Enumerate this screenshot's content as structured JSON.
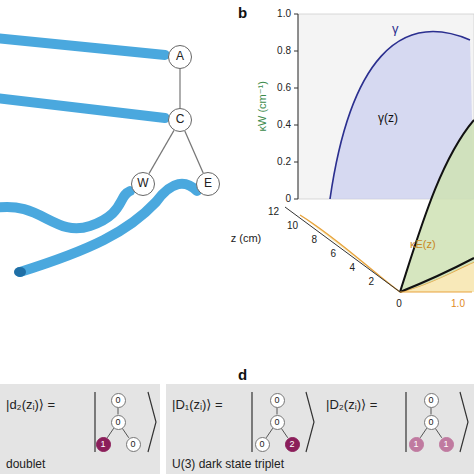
{
  "diagram": {
    "nodes": [
      {
        "text": [
          "A"
        ]
      },
      {
        "text": [
          "C"
        ]
      },
      {
        "text": [
          "W"
        ]
      },
      {
        "text": [
          "E"
        ]
      },
      {
        "text": [
          "|d₂(zᵢ)⟩ =",
          "doublet"
        ]
      },
      {
        "text": [
          "0"
        ],
        "in": 4
      },
      {
        "text": [
          "0"
        ],
        "in": 4
      },
      {
        "text": [
          "1"
        ],
        "in": 4
      },
      {
        "text": [
          "0"
        ],
        "in": 4
      },
      {
        "text": [
          "|D₁(zᵢ)⟩ =",
          "|D₂(zᵢ)⟩ =",
          "U(3) dark state triplet"
        ]
      },
      {
        "text": [
          "0"
        ],
        "in": 9
      },
      {
        "text": [
          "0"
        ],
        "in": 9
      },
      {
        "text": [
          "0"
        ],
        "in": 9
      },
      {
        "text": [
          "2"
        ],
        "in": 9
      },
      {
        "text": [
          "0"
        ],
        "in": 9
      },
      {
        "text": [
          "0"
        ],
        "in": 9
      },
      {
        "text": [
          "1"
        ],
        "in": 9
      },
      {
        "text": [
          "1"
        ],
        "in": 9
      }
    ],
    "edges": [
      {
        "from": 0,
        "to": 1,
        "arrow": "none"
      },
      {
        "from": 1,
        "to": 2,
        "arrow": "none"
      },
      {
        "from": 1,
        "to": 3,
        "arrow": "none"
      },
      {
        "from": 5,
        "to": 6,
        "arrow": "none"
      },
      {
        "from": 6,
        "to": 7,
        "arrow": "none"
      },
      {
        "from": 6,
        "to": 8,
        "arrow": "none"
      },
      {
        "from": 10,
        "to": 11,
        "arrow": "none"
      },
      {
        "from": 11,
        "to": 12,
        "arrow": "none"
      },
      {
        "from": 11,
        "to": 13,
        "arrow": "none"
      },
      {
        "from": 14,
        "to": 15,
        "arrow": "none"
      },
      {
        "from": 15,
        "to": 16,
        "arrow": "none"
      },
      {
        "from": 15,
        "to": 17,
        "arrow": "none"
      }
    ],
    "labels": [
      "b",
      "γ",
      "γ(z)",
      "κW (cm⁻¹)",
      "1.0",
      "0.8",
      "0.6",
      "0.4",
      "0.2",
      "0",
      "12",
      "10",
      "8",
      "6",
      "4",
      "2",
      "z (cm)",
      "κE(z)",
      "0",
      "1.0",
      "d"
    ]
  }
}
